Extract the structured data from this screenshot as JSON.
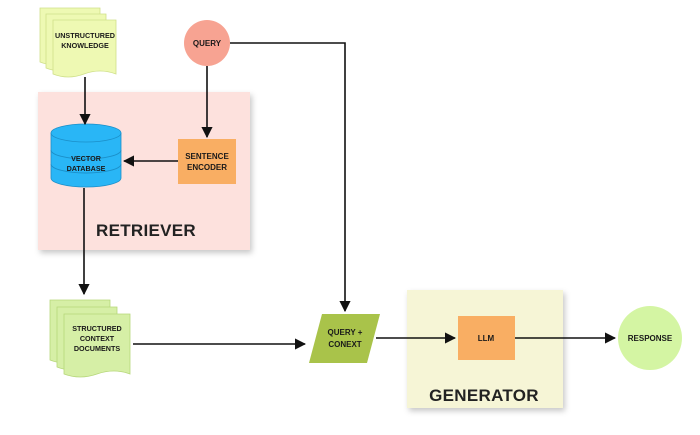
{
  "diagram": {
    "nodes": {
      "unstructured": {
        "line1": "UNSTRUCTURED",
        "line2": "KNOWLEDGE"
      },
      "query": "QUERY",
      "vector_db": {
        "line1": "VECTOR",
        "line2": "DATABASE"
      },
      "sentence_encoder": {
        "line1": "SENTENCE",
        "line2": "ENCODER"
      },
      "structured": {
        "line1": "STRUCTURED",
        "line2": "CONTEXT",
        "line3": "DOCUMENTS"
      },
      "query_context": {
        "line1": "QUERY +",
        "line2": "CONEXT"
      },
      "llm": "LLM",
      "response": "RESPONSE"
    },
    "groups": {
      "retriever": "RETRIEVER",
      "generator": "GENERATOR"
    },
    "colors": {
      "retriever_bg": "#fde1dd",
      "generator_bg": "#f6f5d6",
      "doc_fill": "#eef9b3",
      "doc_fill_green": "#d6efa6",
      "query_circle": "#f7a392",
      "encoder": "#f9ae63",
      "llm": "#f9ae63",
      "vector_db": "#29b6f6",
      "query_context": "#a9c34a",
      "response_circle": "#d4f5a3"
    }
  }
}
